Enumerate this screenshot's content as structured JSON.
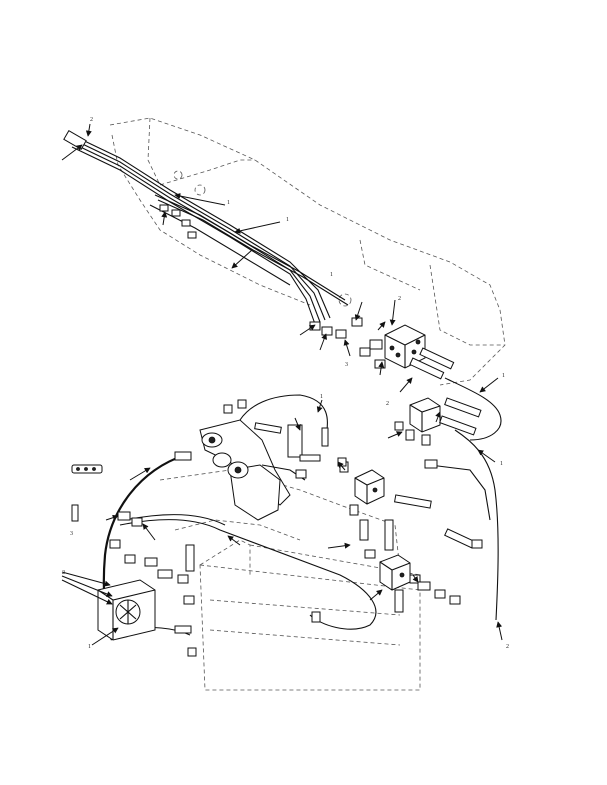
{
  "diagram": {
    "item_numbers": [
      "2",
      "1",
      "1",
      "1",
      "1",
      "2",
      "2",
      "1",
      "1",
      "1",
      "2",
      "3",
      "2",
      "3"
    ]
  }
}
